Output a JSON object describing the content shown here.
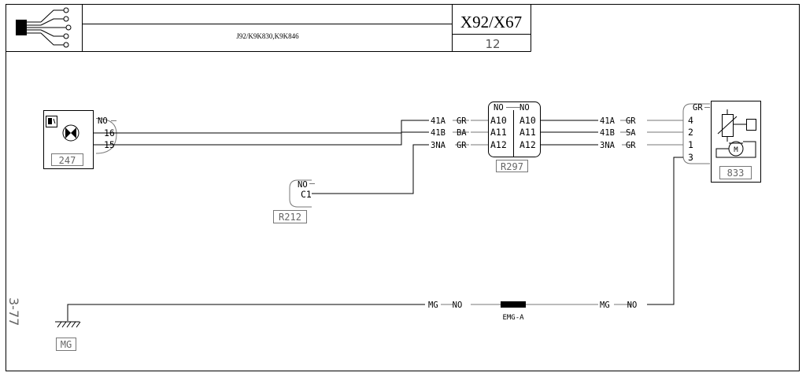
{
  "header": {
    "title": "X92/X67",
    "page": "12",
    "variant": "J92/K9K830,K9K846"
  },
  "side_label": "3-77",
  "components": {
    "c247": {
      "ref": "247",
      "pins": [
        "16",
        "15"
      ],
      "wire_code": "NO"
    },
    "r212": {
      "ref": "R212",
      "pin": "C1",
      "wire_code": "NO"
    },
    "r297": {
      "ref": "R297",
      "left_code": "NO",
      "right_code": "NO",
      "left_pins": [
        "A10",
        "A11",
        "A12"
      ],
      "right_pins": [
        "A10",
        "A11",
        "A12"
      ]
    },
    "c833": {
      "ref": "833",
      "pins": [
        "4",
        "2",
        "1",
        "3"
      ],
      "wire_code": "GR",
      "motor_label": "M"
    },
    "ground": {
      "ref": "MG"
    }
  },
  "wires": {
    "left": [
      {
        "id": "41A",
        "color": "GR"
      },
      {
        "id": "41B",
        "color": "BA"
      },
      {
        "id": "3NA",
        "color": "GR"
      }
    ],
    "right": [
      {
        "id": "41A",
        "color": "GR"
      },
      {
        "id": "41B",
        "color": "SA"
      },
      {
        "id": "3NA",
        "color": "GR"
      }
    ],
    "ground_run": {
      "left_color": "MG",
      "left_code": "NO",
      "right_color": "MG",
      "right_code": "NO",
      "splice": "EMG-A"
    }
  }
}
